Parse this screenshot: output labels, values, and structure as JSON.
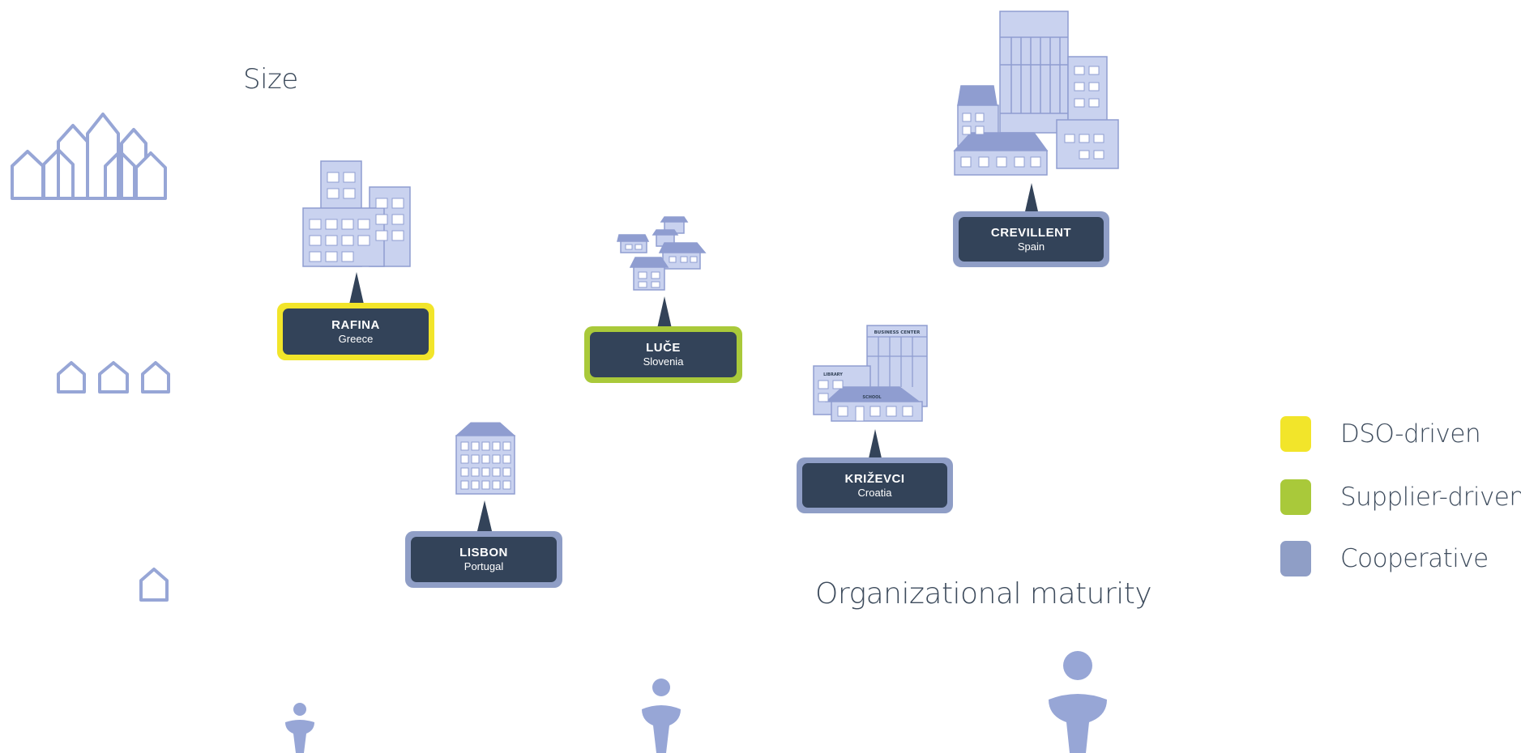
{
  "axes": {
    "size_label": "Size",
    "maturity_label": "Organizational maturity"
  },
  "communities": [
    {
      "name": "RAFINA",
      "country": "Greece",
      "type": "DSO-driven"
    },
    {
      "name": "LUČE",
      "country": "Slovenia",
      "type": "Supplier-driven"
    },
    {
      "name": "CREVILLENT",
      "country": "Spain",
      "type": "Cooperative"
    },
    {
      "name": "KRIŽEVCI",
      "country": "Croatia",
      "type": "Cooperative"
    },
    {
      "name": "LISBON",
      "country": "Portugal",
      "type": "Cooperative"
    }
  ],
  "building_signs": {
    "business_center": "BUSINESS CENTER",
    "library": "LIBRARY",
    "school": "SCHOOL"
  },
  "legend": [
    {
      "label": "DSO-driven",
      "color": "#f2e52a"
    },
    {
      "label": "Supplier-driven",
      "color": "#a9c93a"
    },
    {
      "label": "Cooperative",
      "color": "#8f9ec6"
    }
  ],
  "colors": {
    "icon": "#97a6d6",
    "building": "#c9d2ef",
    "building_dark": "#8f9dd0",
    "tag_inner": "#334359",
    "text": "#3d4b5c"
  }
}
